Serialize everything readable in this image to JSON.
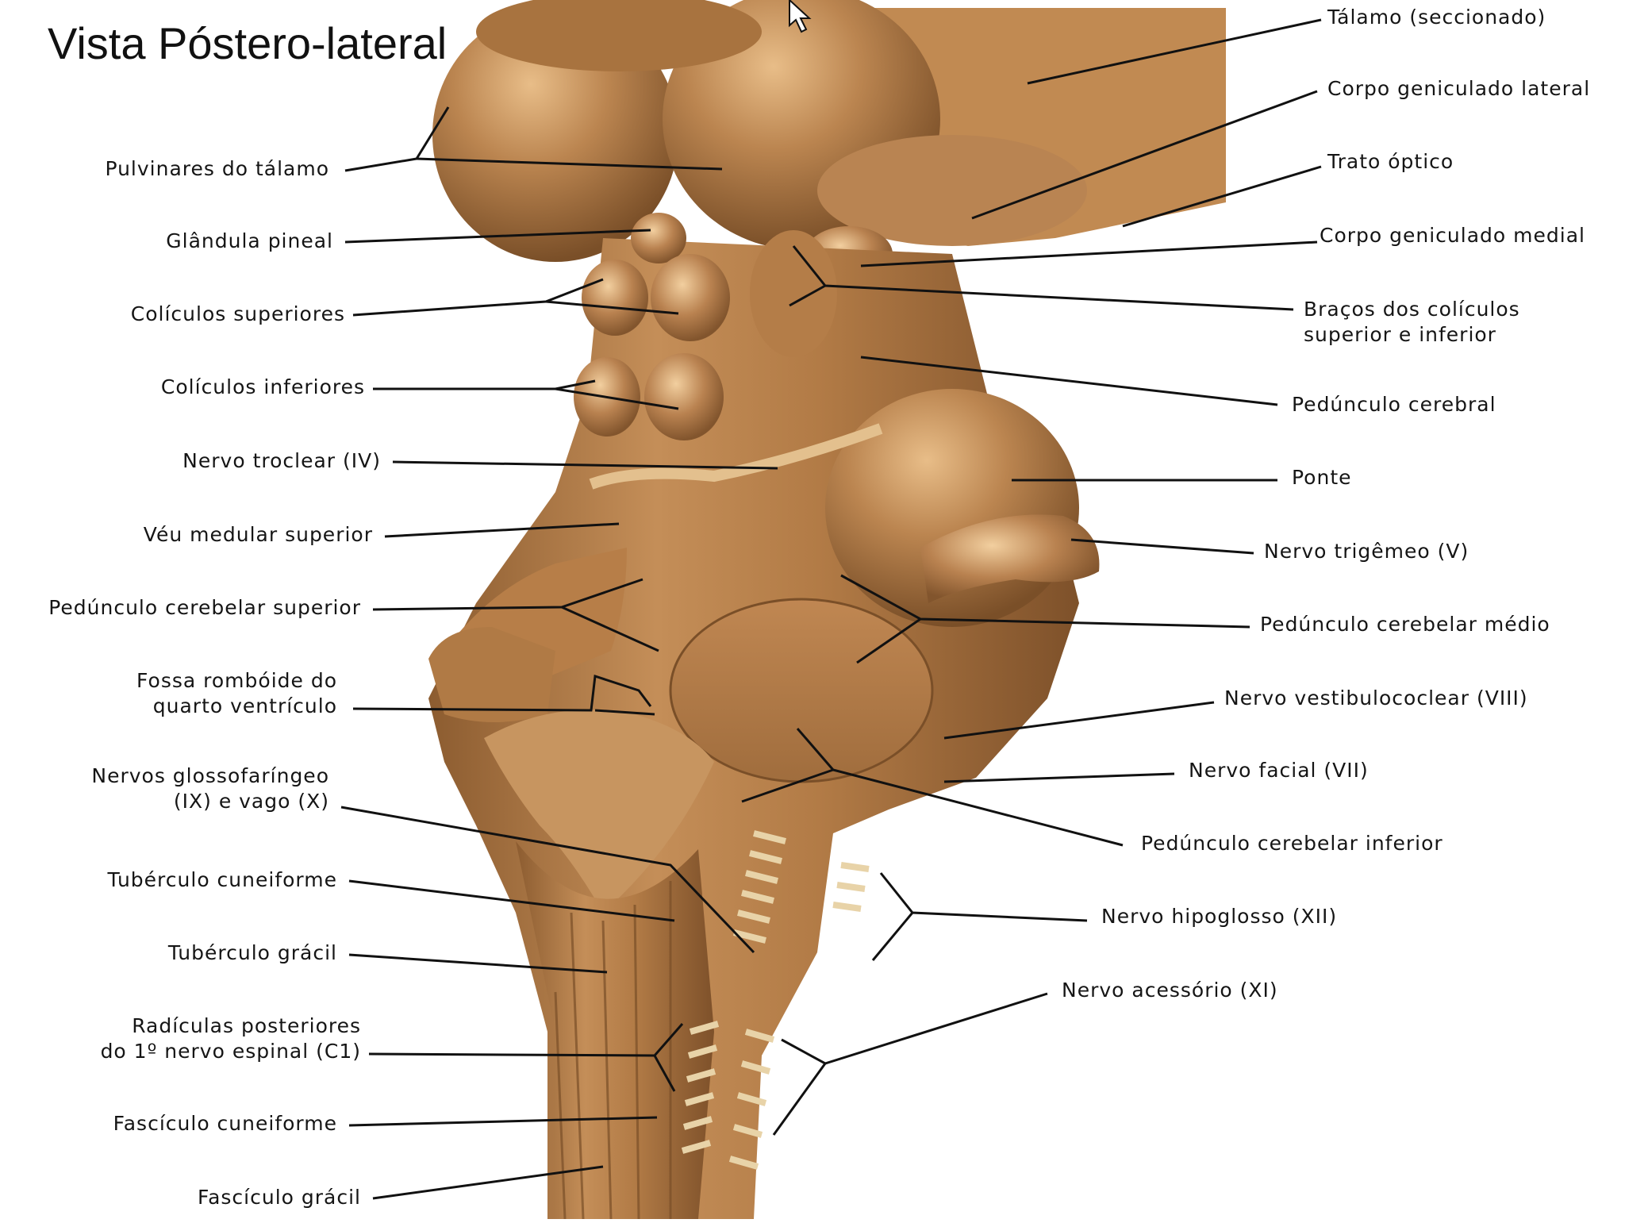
{
  "title": "Vista Póstero-lateral",
  "colors": {
    "tissue": "#b07a45",
    "tissue_light": "#cf9a62",
    "tissue_dark": "#7a4f28",
    "line": "#111111"
  },
  "labels_left": [
    "Pulvinares do tálamo",
    "Glândula pineal",
    "Colículos superiores",
    "Colículos inferiores",
    "Nervo troclear (IV)",
    "Véu medular superior",
    "Pedúnculo cerebelar superior",
    "Fossa rombóide do",
    "quarto ventrículo",
    "Nervos glossofaríngeo",
    "(IX) e vago (X)",
    "Tubérculo cuneiforme",
    "Tubérculo grácil",
    "Radículas posteriores",
    "do 1º nervo espinal (C1)",
    "Fascículo cuneiforme",
    "Fascículo grácil"
  ],
  "labels_right": [
    "Tálamo (seccionado)",
    "Corpo geniculado lateral",
    "Trato óptico",
    "Corpo geniculado medial",
    "Braços dos colículos",
    "superior e inferior",
    "Pedúnculo cerebral",
    "Ponte",
    "Nervo trigêmeo (V)",
    "Pedúnculo cerebelar médio",
    "Nervo vestibulococlear (VIII)",
    "Nervo facial (VII)",
    "Pedúnculo cerebelar inferior",
    "Nervo hipoglosso (XII)",
    "Nervo acessório (XI)"
  ]
}
